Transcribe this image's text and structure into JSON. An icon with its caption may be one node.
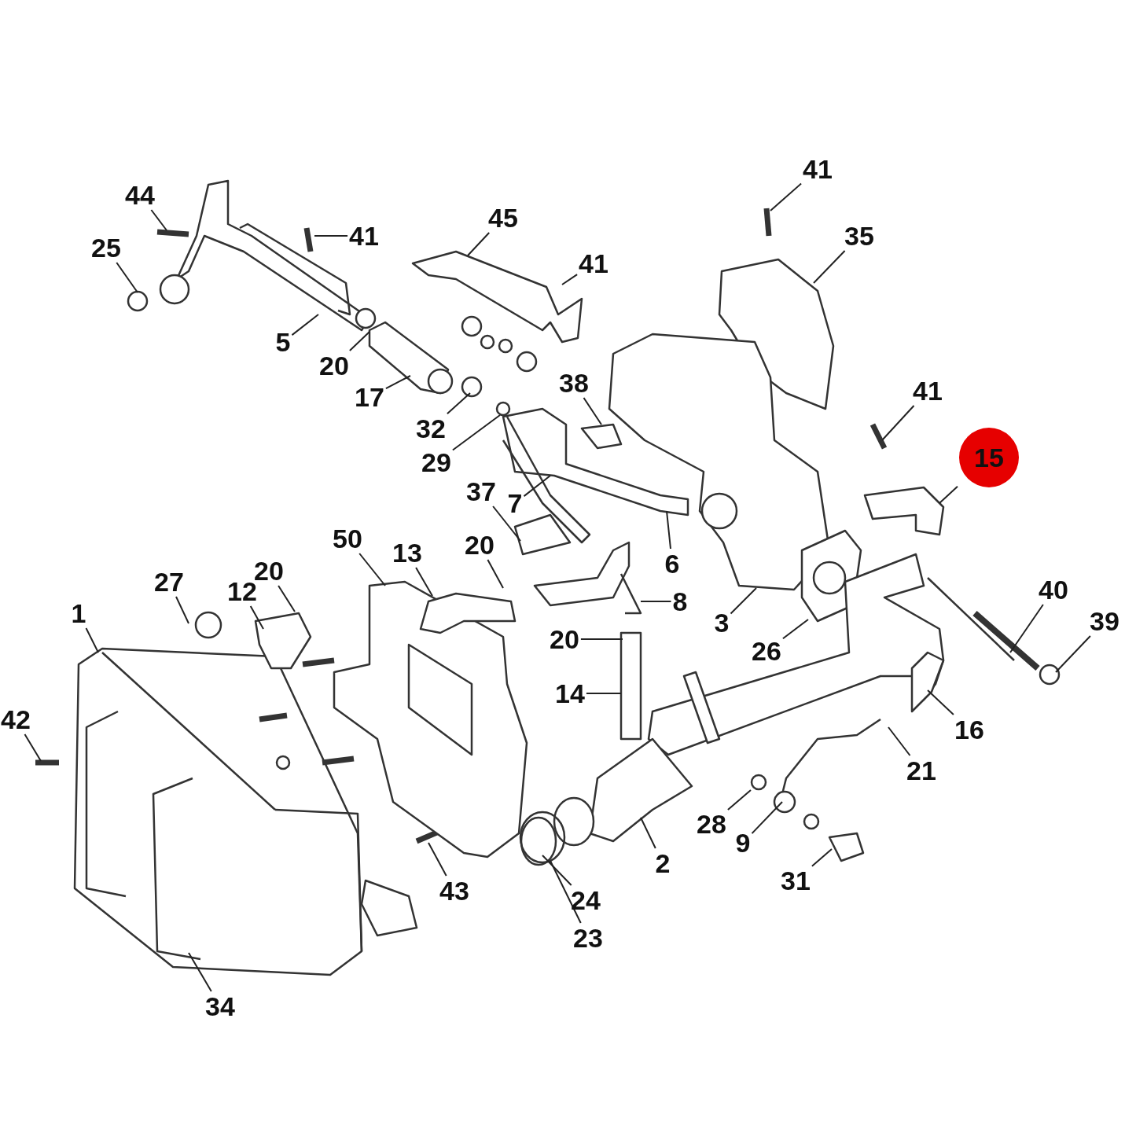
{
  "diagram": {
    "nodes": [
      {
        "text": [
          "41"
        ]
      },
      {
        "text": [
          "44"
        ]
      },
      {
        "text": [
          "45"
        ]
      },
      {
        "text": [
          "41"
        ]
      },
      {
        "text": [
          "35"
        ]
      },
      {
        "text": [
          "25"
        ]
      },
      {
        "text": [
          "41"
        ]
      },
      {
        "text": [
          "5"
        ]
      },
      {
        "text": [
          "20"
        ]
      },
      {
        "text": [
          "38"
        ]
      },
      {
        "text": [
          "41"
        ]
      },
      {
        "text": [
          "17"
        ]
      },
      {
        "text": [
          "32"
        ]
      },
      {
        "text": [
          "15"
        ]
      },
      {
        "text": [
          "29"
        ]
      },
      {
        "text": [
          "37"
        ]
      },
      {
        "text": [
          "7"
        ]
      },
      {
        "text": [
          "50"
        ]
      },
      {
        "text": [
          "20"
        ]
      },
      {
        "text": [
          "13"
        ]
      },
      {
        "text": [
          "6"
        ]
      },
      {
        "text": [
          "20"
        ]
      },
      {
        "text": [
          "27"
        ]
      },
      {
        "text": [
          "40"
        ]
      },
      {
        "text": [
          "12"
        ]
      },
      {
        "text": [
          "8"
        ]
      },
      {
        "text": [
          "1"
        ]
      },
      {
        "text": [
          "39"
        ]
      },
      {
        "text": [
          "3"
        ]
      },
      {
        "text": [
          "20"
        ]
      },
      {
        "text": [
          "26"
        ]
      },
      {
        "text": [
          "14"
        ]
      },
      {
        "text": [
          "42"
        ]
      },
      {
        "text": [
          "16"
        ]
      },
      {
        "text": [
          "21"
        ]
      },
      {
        "text": [
          "28"
        ]
      },
      {
        "text": [
          "9"
        ]
      },
      {
        "text": [
          "2"
        ]
      },
      {
        "text": [
          "31"
        ]
      },
      {
        "text": [
          "43"
        ]
      },
      {
        "text": [
          "24"
        ]
      },
      {
        "text": [
          "23"
        ]
      },
      {
        "text": [
          "34"
        ]
      }
    ],
    "edges": [
      {
        "from": 0,
        "to": null,
        "arrow": "none"
      },
      {
        "from": 1,
        "to": null,
        "arrow": "none"
      },
      {
        "from": 2,
        "to": null,
        "arrow": "none"
      },
      {
        "from": 3,
        "to": null,
        "arrow": "none"
      },
      {
        "from": 4,
        "to": null,
        "arrow": "none"
      },
      {
        "from": 5,
        "to": null,
        "arrow": "none"
      },
      {
        "from": 6,
        "to": null,
        "arrow": "none"
      },
      {
        "from": 7,
        "to": null,
        "arrow": "none"
      },
      {
        "from": 8,
        "to": null,
        "arrow": "none"
      },
      {
        "from": 9,
        "to": null,
        "arrow": "none"
      },
      {
        "from": 10,
        "to": null,
        "arrow": "none"
      },
      {
        "from": 11,
        "to": null,
        "arrow": "none"
      },
      {
        "from": 12,
        "to": null,
        "arrow": "none"
      },
      {
        "from": 13,
        "to": null,
        "arrow": "none"
      },
      {
        "from": 14,
        "to": null,
        "arrow": "none"
      },
      {
        "from": 15,
        "to": null,
        "arrow": "none"
      },
      {
        "from": 16,
        "to": null,
        "arrow": "none"
      },
      {
        "from": 17,
        "to": null,
        "arrow": "none"
      },
      {
        "from": 18,
        "to": null,
        "arrow": "none"
      },
      {
        "from": 19,
        "to": null,
        "arrow": "none"
      },
      {
        "from": 20,
        "to": null,
        "arrow": "none"
      },
      {
        "from": 21,
        "to": null,
        "arrow": "none"
      },
      {
        "from": 22,
        "to": null,
        "arrow": "none"
      },
      {
        "from": 23,
        "to": null,
        "arrow": "none"
      },
      {
        "from": 24,
        "to": null,
        "arrow": "none"
      },
      {
        "from": 25,
        "to": null,
        "arrow": "none"
      },
      {
        "from": 26,
        "to": null,
        "arrow": "none"
      },
      {
        "from": 27,
        "to": null,
        "arrow": "none"
      },
      {
        "from": 28,
        "to": null,
        "arrow": "none"
      },
      {
        "from": 29,
        "to": null,
        "arrow": "none"
      },
      {
        "from": 30,
        "to": null,
        "arrow": "none"
      },
      {
        "from": 31,
        "to": null,
        "arrow": "none"
      },
      {
        "from": 32,
        "to": null,
        "arrow": "none"
      },
      {
        "from": 33,
        "to": null,
        "arrow": "none"
      },
      {
        "from": 34,
        "to": null,
        "arrow": "none"
      },
      {
        "from": 35,
        "to": null,
        "arrow": "none"
      },
      {
        "from": 36,
        "to": null,
        "arrow": "none"
      },
      {
        "from": 37,
        "to": null,
        "arrow": "none"
      },
      {
        "from": 38,
        "to": null,
        "arrow": "none"
      },
      {
        "from": 39,
        "to": null,
        "arrow": "none"
      },
      {
        "from": 40,
        "to": null,
        "arrow": "none"
      },
      {
        "from": 41,
        "to": null,
        "arrow": "none"
      },
      {
        "from": 42,
        "to": null,
        "arrow": "none"
      }
    ]
  }
}
